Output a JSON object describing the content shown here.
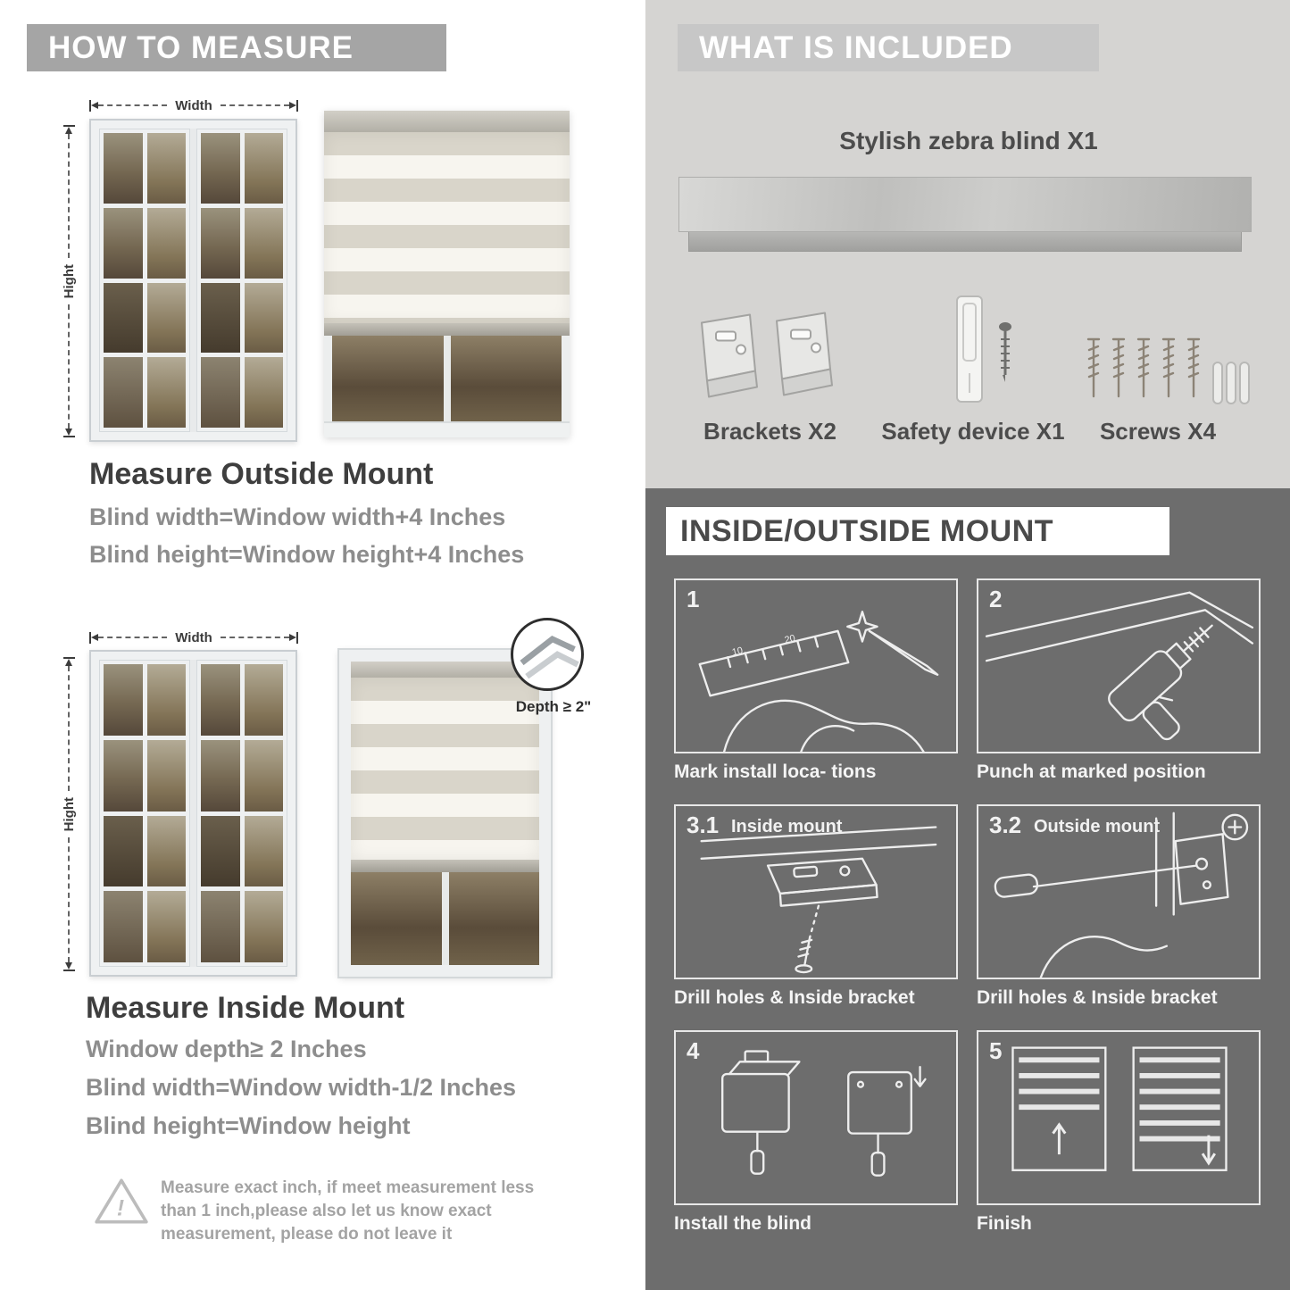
{
  "measure": {
    "header": "HOW TO MEASURE",
    "width_label": "Width",
    "height_label": "Hight",
    "outside": {
      "title": "Measure Outside Mount",
      "lines": [
        "Blind width=Window width+4 Inches",
        "Blind height=Window height+4 Inches"
      ]
    },
    "inside": {
      "title": "Measure Inside Mount",
      "depth_callout": "Depth ≥ 2\"",
      "lines": [
        "Window depth≥ 2 Inches",
        "Blind width=Window width-1/2 Inches",
        "Blind height=Window height"
      ]
    },
    "warning_text": "Measure exact inch, if meet measurement less than 1 inch,please also let us know exact measurement, please do not leave it"
  },
  "included": {
    "header": "WHAT IS INCLUDED",
    "product_label": "Stylish zebra blind X1",
    "items": [
      {
        "label": "Brackets X2"
      },
      {
        "label": "Safety device X1"
      },
      {
        "label": "Screws X4"
      }
    ]
  },
  "mount": {
    "header": "INSIDE/OUTSIDE MOUNT",
    "steps": [
      {
        "num": "1",
        "caption": "Mark install loca- tions"
      },
      {
        "num": "2",
        "caption": "Punch at  marked position"
      },
      {
        "num": "3.1",
        "title": "Inside mount",
        "caption": "Drill holes &  Inside bracket"
      },
      {
        "num": "3.2",
        "title": "Outside mount",
        "caption": "Drill holes &  Inside bracket"
      },
      {
        "num": "4",
        "caption": "Install the blind"
      },
      {
        "num": "5",
        "caption": "Finish"
      }
    ]
  }
}
